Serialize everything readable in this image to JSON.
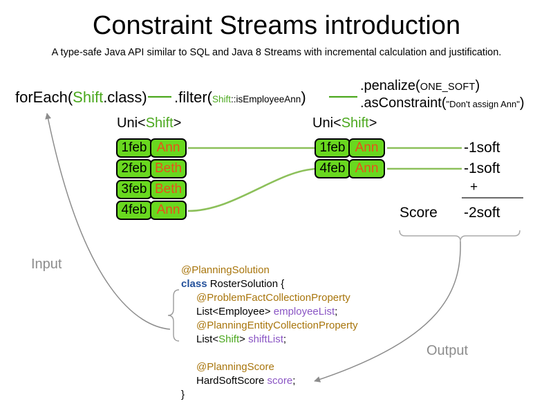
{
  "header": {
    "title": "Constraint Streams introduction",
    "subtitle": "A type-safe Java API similar to SQL and Java 8 Streams with incremental calculation and justification."
  },
  "pipeline": {
    "foreach": {
      "prefix": "forEach(",
      "type": "Shift",
      "suffix": ".class)"
    },
    "filter": {
      "prefix": ".filter(",
      "ref_type": "Shift",
      "ref_rest": "::isEmployeeAnn",
      "suffix": ")"
    },
    "penalize": {
      "prefix": ".penalize(",
      "arg": "ONE_SOFT",
      "suffix": ")"
    },
    "as_constraint": {
      "prefix": ".asConstraint(",
      "arg": "\"Don't assign Ann\"",
      "suffix": ")"
    }
  },
  "stream_labels": {
    "left": {
      "prefix": "Uni<",
      "type": "Shift",
      "suffix": ">"
    },
    "right": {
      "prefix": "Uni<",
      "type": "Shift",
      "suffix": ">"
    }
  },
  "facts": {
    "left_stream": [
      {
        "date": "1feb",
        "employee": "Ann"
      },
      {
        "date": "2feb",
        "employee": "Beth"
      },
      {
        "date": "3feb",
        "employee": "Beth"
      },
      {
        "date": "4feb",
        "employee": "Ann"
      }
    ],
    "right_stream": [
      {
        "date": "1feb",
        "employee": "Ann"
      },
      {
        "date": "4feb",
        "employee": "Ann"
      }
    ]
  },
  "score": {
    "penalties": [
      "-1soft",
      "-1soft"
    ],
    "operator": "+",
    "label": "Score",
    "total": "-2soft"
  },
  "code": {
    "line1_annotation": "@PlanningSolution",
    "line2_keyword": "class",
    "line2_rest": " RosterSolution {",
    "line3_annotation": "@ProblemFactCollectionProperty",
    "line4_type": "List<Employee> ",
    "line4_var": "employeeList",
    "line4_semi": ";",
    "line5_annotation": "@PlanningEntityCollectionProperty",
    "line6_type_pre": "List<",
    "line6_type_green": "Shift",
    "line6_type_post": "> ",
    "line6_var": "shiftList",
    "line6_semi": ";",
    "line7_annotation": "@PlanningScore",
    "line8_type": "HardSoftScore ",
    "line8_var": "score",
    "line8_semi": ";",
    "line9_close": "}"
  },
  "flow": {
    "input_label": "Input",
    "output_label": "Output"
  },
  "colors": {
    "fact_fill": "#69d81f",
    "fact_border": "#000000",
    "employee_text": "#e8521a",
    "stream_line": "#8cc05a",
    "type_green": "#4ba81e",
    "annotation": "#a8750c",
    "keyword": "#24519b",
    "variable": "#8a55c4",
    "flow_arrow": "#8c8c8c"
  }
}
